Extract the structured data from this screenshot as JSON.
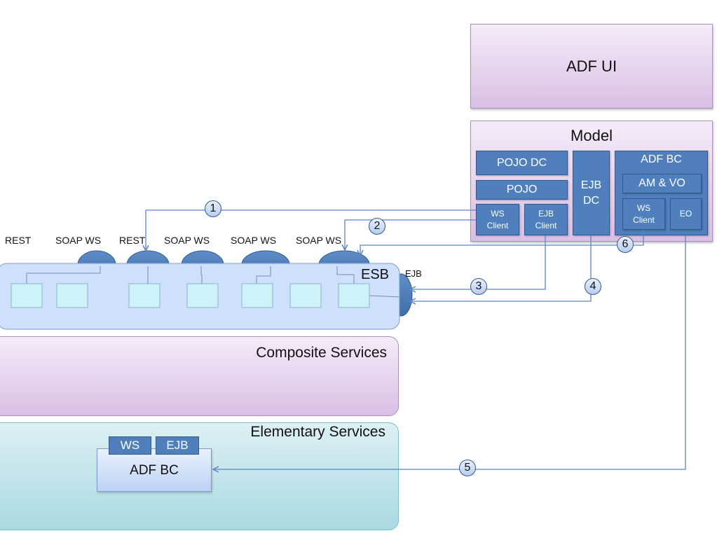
{
  "layers": {
    "adf_ui": "ADF UI",
    "model": {
      "title": "Model",
      "pojo_dc": "POJO DC",
      "pojo": "POJO",
      "ws_client": "WS\nClient",
      "ejb_client": "EJB\nClient",
      "ejb_dc": "EJB\nDC",
      "adf_bc": "ADF BC",
      "am_vo": "AM & VO",
      "adfbc_ws_client": "WS\nClient",
      "eo": "EO"
    }
  },
  "esb": {
    "label": "ESB",
    "ejb_endpoint": "EJB",
    "endpoints": [
      "REST",
      "SOAP WS",
      "REST",
      "SOAP WS",
      "SOAP WS",
      "SOAP WS"
    ]
  },
  "composite_services": "Composite Services",
  "elementary_services": {
    "label": "Elementary Services",
    "adf_bc": "ADF BC",
    "ws_tab": "WS",
    "ejb_tab": "EJB"
  },
  "connections": [
    "1",
    "2",
    "3",
    "4",
    "5",
    "6"
  ],
  "colors": {
    "purple_layer": "#d9bfe6",
    "component_blue": "#4f80bd",
    "esb_blue": "#bcd5fb",
    "elementary_teal": "#a9d9e2",
    "connector_line": "#5b86c2"
  }
}
